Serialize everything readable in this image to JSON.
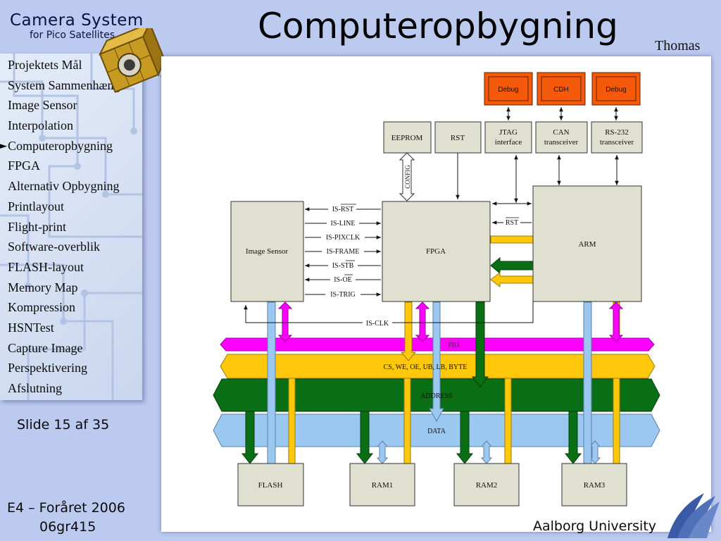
{
  "brand": {
    "title": "Camera System",
    "subtitle": "for Pico Satellites"
  },
  "page": {
    "title": "Computeropbygning",
    "author": "Thomas"
  },
  "nav": {
    "items": [
      {
        "label": "Projektets Mål"
      },
      {
        "label": "System Sammenhæng"
      },
      {
        "label": "Image Sensor"
      },
      {
        "label": "Interpolation"
      },
      {
        "label": "Computeropbygning",
        "current": true
      },
      {
        "label": "FPGA"
      },
      {
        "label": "Alternativ Opbygning"
      },
      {
        "label": "Printlayout"
      },
      {
        "label": "Flight-print"
      },
      {
        "label": "Software-overblik"
      },
      {
        "label": "FLASH-layout"
      },
      {
        "label": "Memory Map"
      },
      {
        "label": "Kompression"
      },
      {
        "label": "HSNTest"
      },
      {
        "label": "Capture Image"
      },
      {
        "label": "Perspektivering"
      },
      {
        "label": "Afslutning"
      }
    ]
  },
  "slide_counter": "Slide 15 af 35",
  "footer": {
    "term": "E4 – Foråret 2006",
    "group": "06gr415"
  },
  "university": "Aalborg University",
  "colors": {
    "block_fill": "#e0e0d1",
    "debug_fill": "#f55a0a",
    "pio_bus": "#ff00ff",
    "control_bus": "#ffc80a",
    "address_bus": "#0a6e14",
    "data_bus": "#9ac8f0",
    "slide_background": "#bccaf0"
  },
  "diagram": {
    "blocks": {
      "debug_left": "Debug",
      "cdh": "CDH",
      "debug_right": "Debug",
      "eeprom": "EEPROM",
      "rst": "RST",
      "jtag": [
        "JTAG",
        "interface"
      ],
      "can": [
        "CAN",
        "transceiver"
      ],
      "rs232": [
        "RS-232",
        "transceiver"
      ],
      "image_sensor": "Image Sensor",
      "fpga": "FPGA",
      "arm": "ARM",
      "flash": "FLASH",
      "ram1": "RAM1",
      "ram2": "RAM2",
      "ram3": "RAM3"
    },
    "signals": {
      "config": "CONFIG",
      "rst": "RST",
      "is_clk": "IS-CLK",
      "sensor": [
        "IS-RST",
        "IS-LINE",
        "IS-PIXCLK",
        "IS-FRAME",
        "IS-STB",
        "IS-OE",
        "IS-TRIG"
      ]
    },
    "buses": {
      "pio": "PIO",
      "control": "CS, WE, OE, UB, LB, BYTE",
      "address": "ADDRESS",
      "data": "DATA"
    }
  }
}
